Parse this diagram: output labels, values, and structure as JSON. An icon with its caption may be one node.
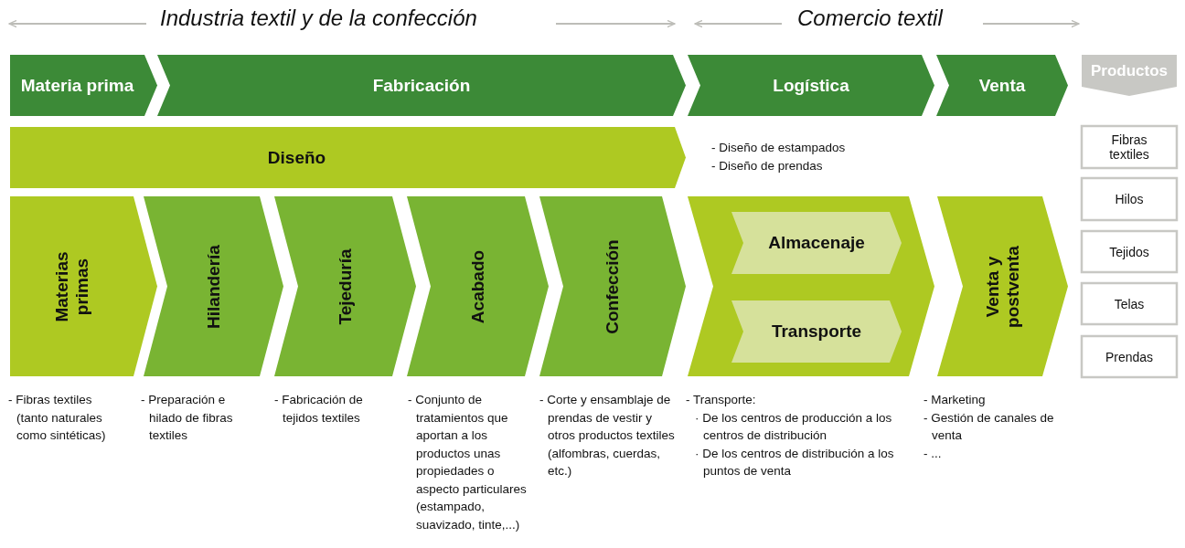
{
  "diagram": {
    "nodes": [
      {
        "text": [
          "Materia prima"
        ]
      },
      {
        "text": [
          "Fabricación"
        ]
      },
      {
        "text": [
          "Logística"
        ]
      },
      {
        "text": [
          "Venta"
        ]
      },
      {
        "text": [
          "Productos"
        ]
      },
      {
        "text": [
          "Fibras textiles"
        ]
      },
      {
        "text": [
          "Hilos"
        ]
      },
      {
        "text": [
          "Tejidos"
        ]
      },
      {
        "text": [
          "Telas"
        ]
      },
      {
        "text": [
          "Prendas"
        ]
      },
      {
        "text": [
          "Diseño"
        ],
        "beside": [
          "- Diseño de estampados",
          "- Diseño de prendas"
        ]
      },
      {
        "text": [
          "Materias primas"
        ],
        "beside": [
          "- Fibras textiles (tanto naturales como sintéticas)"
        ]
      },
      {
        "text": [
          "Hilandería"
        ],
        "beside": [
          "- Preparación e hilado de fibras textiles"
        ]
      },
      {
        "text": [
          "Tejeduría"
        ],
        "beside": [
          "- Fabricación de tejidos textiles"
        ]
      },
      {
        "text": [
          "Acabado"
        ],
        "beside": [
          "- Conjunto de tratamientos que aportan a los productos unas propiedades o aspecto particulares (estampado, suavizado, tinte,...)"
        ]
      },
      {
        "text": [
          "Confección"
        ],
        "beside": [
          "- Corte y ensamblaje de prendas de vestir y otros productos textiles (alfombras, cuerdas, etc.)"
        ]
      },
      {
        "text": [],
        "shape": "chevron",
        "beside": [
          "- Transporte:",
          "· De los centros de producción a los centros de distribución",
          "· De los centros de distribución a los puntos de venta"
        ]
      },
      {
        "text": [
          "Almacenaje"
        ],
        "in": 16
      },
      {
        "text": [
          "Transporte"
        ],
        "in": 16
      },
      {
        "text": [
          "Venta y postventa"
        ],
        "beside": [
          "- Marketing",
          "- Gestión de canales de venta",
          "- ..."
        ]
      }
    ],
    "edges": [],
    "labels": [
      "Industria textil y de la confección",
      "Comercio textil"
    ]
  }
}
